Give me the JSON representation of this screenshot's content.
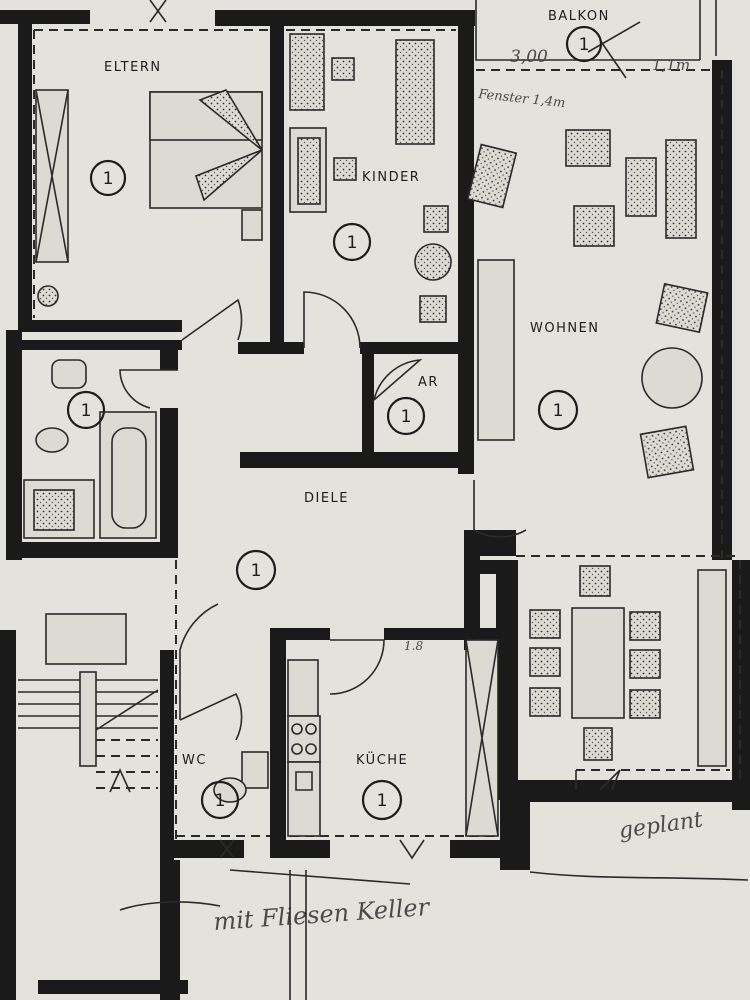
{
  "rooms": [
    {
      "id": "eltern",
      "name": "ELTERN",
      "unit": "1"
    },
    {
      "id": "kinder",
      "name": "KINDER",
      "unit": "1"
    },
    {
      "id": "ar",
      "name": "AR",
      "unit": "1"
    },
    {
      "id": "wohnen",
      "name": "WOHNEN",
      "unit": "1"
    },
    {
      "id": "bad",
      "name": "",
      "unit": "1"
    },
    {
      "id": "diele",
      "name": "DIELE",
      "unit": "1"
    },
    {
      "id": "wc",
      "name": "WC",
      "unit": "1"
    },
    {
      "id": "kueche",
      "name": "KÜCHE",
      "unit": "1"
    },
    {
      "id": "balkon",
      "name": "BALKON",
      "unit": "1"
    }
  ],
  "dimensions": {
    "balkon_depth": "3,00",
    "balkon_width": "1,1m",
    "kitchen_label": "1.8"
  },
  "handwriting": {
    "window_note": "Fenster 1,4m",
    "note_right": "geplant",
    "note_bottom": "mit Fliesen Keller"
  },
  "colors": {
    "paper": "#e4e2dc",
    "ink": "#1a1a1a"
  }
}
